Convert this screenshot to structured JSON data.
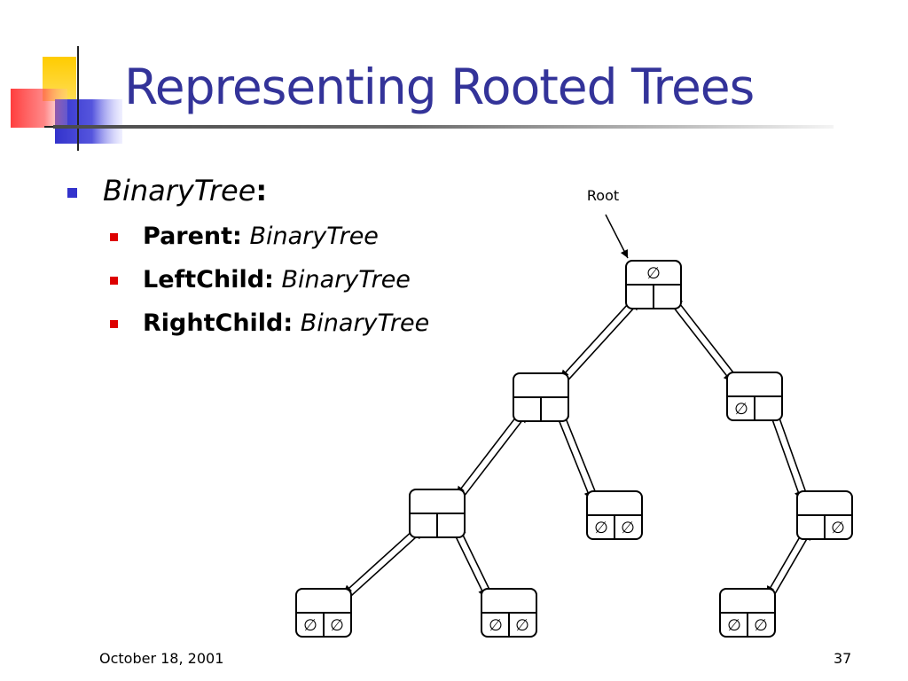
{
  "slide": {
    "title": "Representing Rooted Trees"
  },
  "bullets": {
    "main": {
      "term": "BinaryTree",
      "colon": ":"
    },
    "sub": [
      {
        "field": "Parent:",
        "type": "BinaryTree"
      },
      {
        "field": "LeftChild:",
        "type": "BinaryTree"
      },
      {
        "field": "RightChild:",
        "type": "BinaryTree"
      }
    ]
  },
  "diagram": {
    "root_label": "Root",
    "null_symbol": "∅",
    "nodes": [
      {
        "id": "root",
        "parent": null,
        "parent_null": true,
        "left_null": false,
        "right_null": false
      },
      {
        "id": "n1",
        "parent": "root",
        "parent_null": false,
        "left_null": false,
        "right_null": false
      },
      {
        "id": "n2",
        "parent": "root",
        "parent_null": false,
        "left_null": true,
        "right_null": false
      },
      {
        "id": "n3",
        "parent": "n1",
        "parent_null": false,
        "left_null": false,
        "right_null": false
      },
      {
        "id": "n4",
        "parent": "n1",
        "parent_null": false,
        "left_null": true,
        "right_null": true
      },
      {
        "id": "n5",
        "parent": "n2",
        "parent_null": false,
        "left_null": false,
        "right_null": true
      },
      {
        "id": "n6",
        "parent": "n3",
        "parent_null": false,
        "left_null": true,
        "right_null": true
      },
      {
        "id": "n7",
        "parent": "n3",
        "parent_null": false,
        "left_null": true,
        "right_null": true
      },
      {
        "id": "n8",
        "parent": "n5",
        "parent_null": false,
        "left_null": true,
        "right_null": true
      }
    ]
  },
  "footer": {
    "date": "October 18, 2001",
    "page": "37"
  },
  "colors": {
    "title": "#333399",
    "bullet_level1": "#3333cc",
    "bullet_level2": "#dd0000",
    "deco_yellow": "#ffcc00",
    "deco_blue": "#3333cc",
    "deco_red": "#ff3333"
  }
}
